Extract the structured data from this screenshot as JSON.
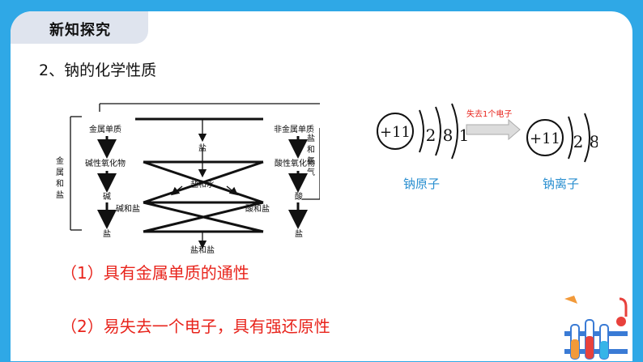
{
  "header": {
    "title": "新知探究"
  },
  "section": {
    "subtitle": "2、钠的化学性质"
  },
  "diagram": {
    "left_top": "金属单质",
    "right_top": "非金属单质",
    "left_oxide": "碱性氧化物",
    "right_oxide": "酸性氧化物",
    "left_base": "碱",
    "right_acid": "酸",
    "left_salt": "盐",
    "right_salt": "盐",
    "center_salt": "盐",
    "salt_and_water": "盐和水",
    "base_and_salt": "碱和盐",
    "acid_and_salt": "酸和盐",
    "salt_and_salt": "盐和盐",
    "left_side_label": "金属和盐",
    "right_side_label": "盐和氢气"
  },
  "atom": {
    "nucleus": "+11",
    "na_atom_shells": [
      "2",
      "8",
      "1"
    ],
    "na_ion_shells": [
      "2",
      "8"
    ],
    "arrow_label": "失去1个电子",
    "atom_label": "钠原子",
    "ion_label": "钠离子"
  },
  "properties": {
    "line1": "（1）具有金属单质的通性",
    "line2": "（2）易失去一个电子，具有强还原性"
  }
}
